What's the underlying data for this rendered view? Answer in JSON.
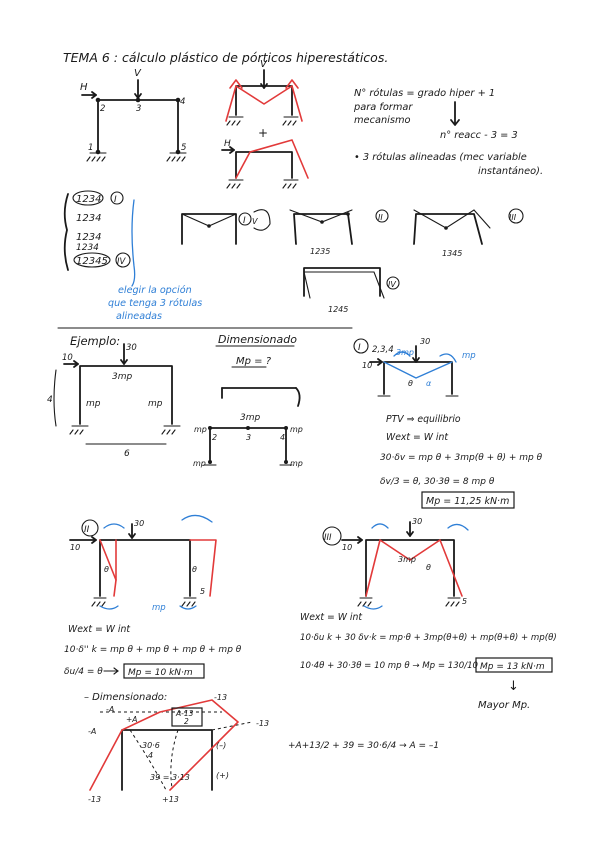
{
  "title": "TEMA 6 : cálculo plástico de pórticos hiperestáticos.",
  "labels": {
    "load_v": "V",
    "load_h": "H",
    "node_1": "1",
    "node_2": "2",
    "node_3": "3",
    "node_4": "4",
    "node_5": "5",
    "plus": "+",
    "mech_i": "I",
    "mech_ii": "II",
    "mech_iii": "III",
    "mech_iv": "IV",
    "mech_i_v": "V",
    "combo_1235": "1235",
    "combo_1345": "1345",
    "combo_1245": "1245",
    "dim_1235": "1235",
    "dim_1345": "1345",
    "dim_1245": "1245",
    "num_10": "10",
    "num_6": "6",
    "num_4": "4",
    "num_30": "30",
    "num_3mp": "3mp",
    "num_mp": "mp",
    "theta": "θ",
    "omega": "α"
  },
  "rules": {
    "line1": "N° rótulas = grado hiper + 1",
    "line2": "para formar",
    "line3": "mecanismo",
    "line4": "n° reacc - 3 = 3",
    "line5": "• 3 rótulas alineadas (mec variable",
    "line6": "instantáneo)."
  },
  "combos": {
    "c1": "1234",
    "c2": "1234",
    "c3": "1234",
    "c4": "1234",
    "c5": "12345",
    "mark_i": "I",
    "mark_iv": "IV"
  },
  "note": {
    "line1": "elegir la opción",
    "line2": "que tenga 3 rótulas",
    "line3": "alineadas"
  },
  "example": {
    "heading": "Ejemplo:",
    "dim_heading": "Dimensionado",
    "mp_q": "Mp = ?",
    "load_10": "10",
    "load_30": "30",
    "beam": "3mp",
    "col_left": "mp",
    "col_right": "mp",
    "height": "4",
    "span": "6"
  },
  "mech1": {
    "marker": "I",
    "nodes": "2,3,4",
    "label_mp": "mp",
    "label_3mp": "3mp",
    "label_30": "30",
    "label_10": "10",
    "eq1": "PTV ⇒ equilibrio",
    "eq2": "Wext = W int",
    "eq3": "30·δv = mp θ + 3mp(θ + θ) + mp θ",
    "eq4": "δv/3 = θ,   30·3θ = 8 mp θ",
    "result": "Mp = 11,25 kN·m"
  },
  "mech2": {
    "marker": "II",
    "eq1": "Wext = W int",
    "eq2": "10·δ'' k = mp θ + mp θ + mp θ + mp θ",
    "eq3": "δu/4 = θ",
    "result": "Mp = 10 kN·m",
    "dim": "– Dimensionado:"
  },
  "mech3": {
    "marker": "III",
    "eq1": "Wext = W int",
    "eq2": "10·δu k + 30 δv·k = mp·θ + 3mp(θ+θ) + mp(θ+θ) + mp(θ)",
    "eq3": "10·4θ + 30·3θ = 10 mp θ → Mp = 130/10",
    "result": "Mp = 13 kN·m",
    "arrow": "↓",
    "mayor": "Mayor Mp."
  },
  "diagram": {
    "v_top": "-13",
    "v_neg": "-13",
    "v_bl": "-13",
    "v_plus13": "+13",
    "v_a": "-A",
    "v_a2": "-A",
    "v_ie": "+A",
    "v_frac": "A-13",
    "v_frac_d": "2",
    "v_mid": "30·6",
    "v_mid_d": "4",
    "v_39": "39 = 3·13",
    "v_minus": "(–)",
    "v_plus": "(+)",
    "final_eq": "+A+13/2 + 39 = 30·6/4 → A = –1"
  }
}
